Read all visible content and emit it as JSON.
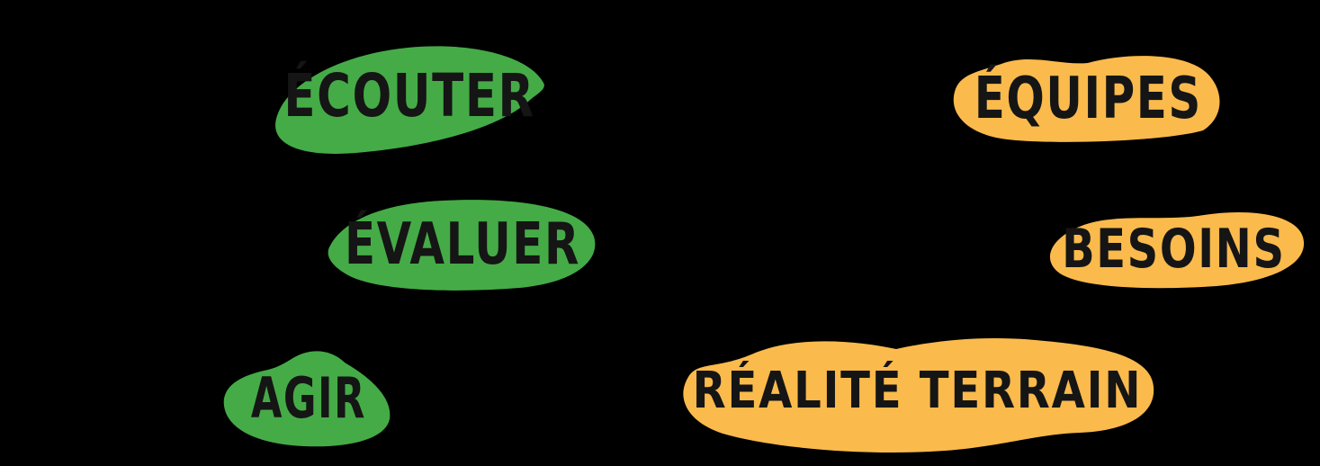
{
  "canvas": {
    "background": "#000000",
    "description": "Sketchnote with six hand-highlighted French keywords in two columns"
  },
  "colors": {
    "green": "#45AB47",
    "orange": "#FBBA4C",
    "text": "#151515"
  },
  "highlights": [
    {
      "id": "ecouter",
      "text": "ÉCOUTER",
      "column": "left",
      "row": 1,
      "highlight_color": "green"
    },
    {
      "id": "equipes",
      "text": "ÉQUIPES",
      "column": "right",
      "row": 1,
      "highlight_color": "orange"
    },
    {
      "id": "evaluer",
      "text": "ÉVALUER",
      "column": "left",
      "row": 2,
      "highlight_color": "green"
    },
    {
      "id": "besoins",
      "text": "BESOINS",
      "column": "right",
      "row": 2,
      "highlight_color": "orange"
    },
    {
      "id": "agir",
      "text": "AGIR",
      "column": "left",
      "row": 3,
      "highlight_color": "green"
    },
    {
      "id": "realite-terrain",
      "text": "RÉALITÉ TERRAIN",
      "column": "right",
      "row": 3,
      "highlight_color": "orange"
    }
  ]
}
